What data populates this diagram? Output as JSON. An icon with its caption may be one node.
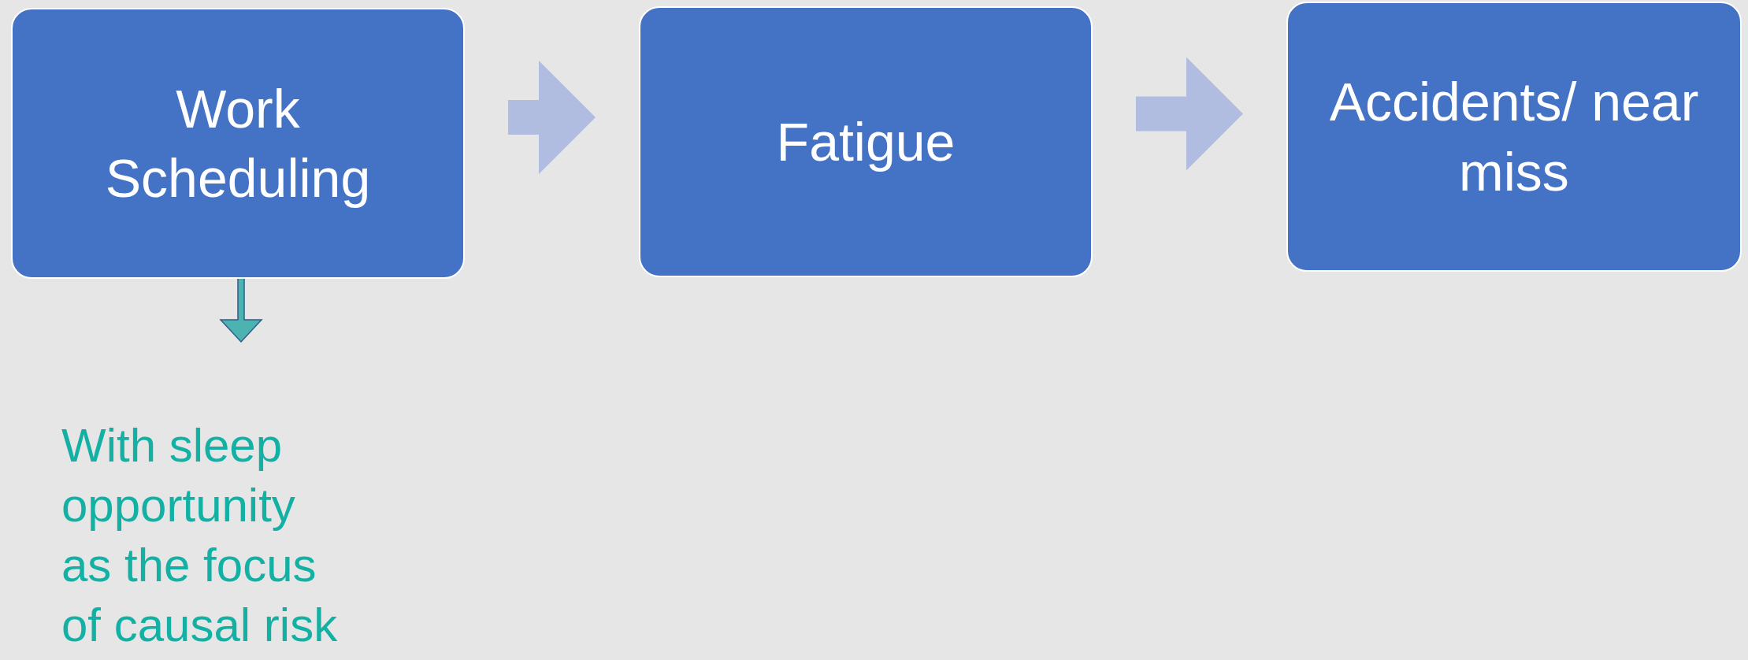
{
  "diagram": {
    "nodes": [
      {
        "text": [
          "Work Scheduling"
        ]
      },
      {
        "text": [
          "Fatigue"
        ]
      },
      {
        "text": [
          "Accidents/ near miss"
        ]
      },
      {
        "text": [
          "With sleep opportunity as the focus of causal risk"
        ]
      }
    ],
    "edges": [
      {
        "from": 0,
        "to": 1,
        "arrow": "to",
        "style": "thick"
      },
      {
        "from": 1,
        "to": 2,
        "arrow": "to",
        "style": "thick"
      },
      {
        "from": 0,
        "to": 3,
        "arrow": "to",
        "color": "#4db3b0"
      }
    ]
  }
}
